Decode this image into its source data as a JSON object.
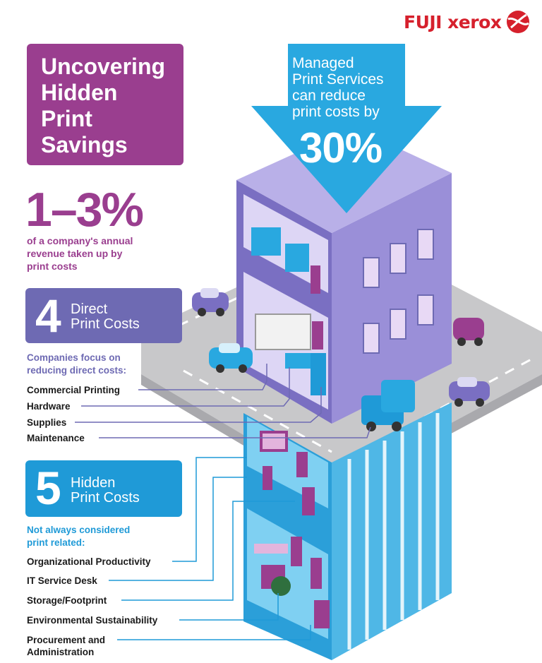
{
  "brand": {
    "logo_text": "FUJI xerox",
    "logo_icon": "xerox-sphere-icon",
    "color": "#d6202c"
  },
  "title": "Uncovering\nHidden\nPrint\nSavings",
  "arrow": {
    "text": "Managed\nPrint Services\ncan reduce\nprint costs by",
    "percent": "30%"
  },
  "stat": {
    "value": "1–3%",
    "description": "of a company's annual\nrevenue taken up by\nprint costs"
  },
  "direct": {
    "number": "4",
    "label": "Direct\nPrint Costs",
    "note": "Companies focus on\nreducing direct costs:",
    "items": [
      "Commercial Printing",
      "Hardware",
      "Supplies",
      "Maintenance"
    ]
  },
  "hidden": {
    "number": "5",
    "label": "Hidden\nPrint Costs",
    "note": "Not always considered\nprint related:",
    "items": [
      "Organizational Productivity",
      "IT Service Desk",
      "Storage/Footprint",
      "Environmental Sustainability",
      "Procurement and\nAdministration"
    ]
  },
  "colors": {
    "purple": "#9a3e8f",
    "violet": "#6e6ab3",
    "blue": "#1f9ad7",
    "arrow": "#29a8e0"
  }
}
